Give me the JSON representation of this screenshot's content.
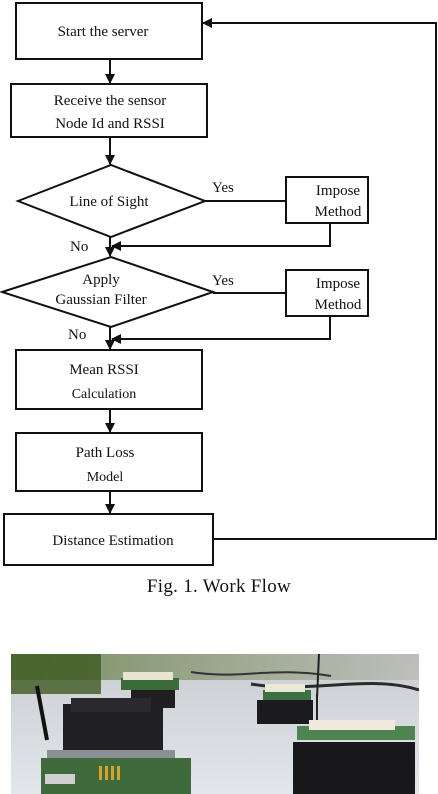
{
  "diagram": {
    "nodes": {
      "start": "Start the server",
      "receive_line1": "Receive the sensor",
      "receive_line2": "Node Id and RSSI",
      "los": "Line of Sight",
      "impose1_line1": "Impose",
      "impose1_line2": "Method",
      "gauss_line1": "Apply",
      "gauss_line2": "Gaussian Filter",
      "impose2_line1": "Impose",
      "impose2_line2": "Method",
      "mean_line1": "Mean RSSI",
      "mean_line2": "Calculation",
      "path_line1": "Path Loss",
      "path_line2": "Model",
      "distance": "Distance Estimation"
    },
    "edge_labels": {
      "los_yes": "Yes",
      "los_no": "No",
      "gauss_yes": "Yes",
      "gauss_no": "No"
    }
  },
  "caption": "Fig. 1.   Work Flow",
  "colors": {
    "stroke": "#111111",
    "background": "#ffffff"
  }
}
